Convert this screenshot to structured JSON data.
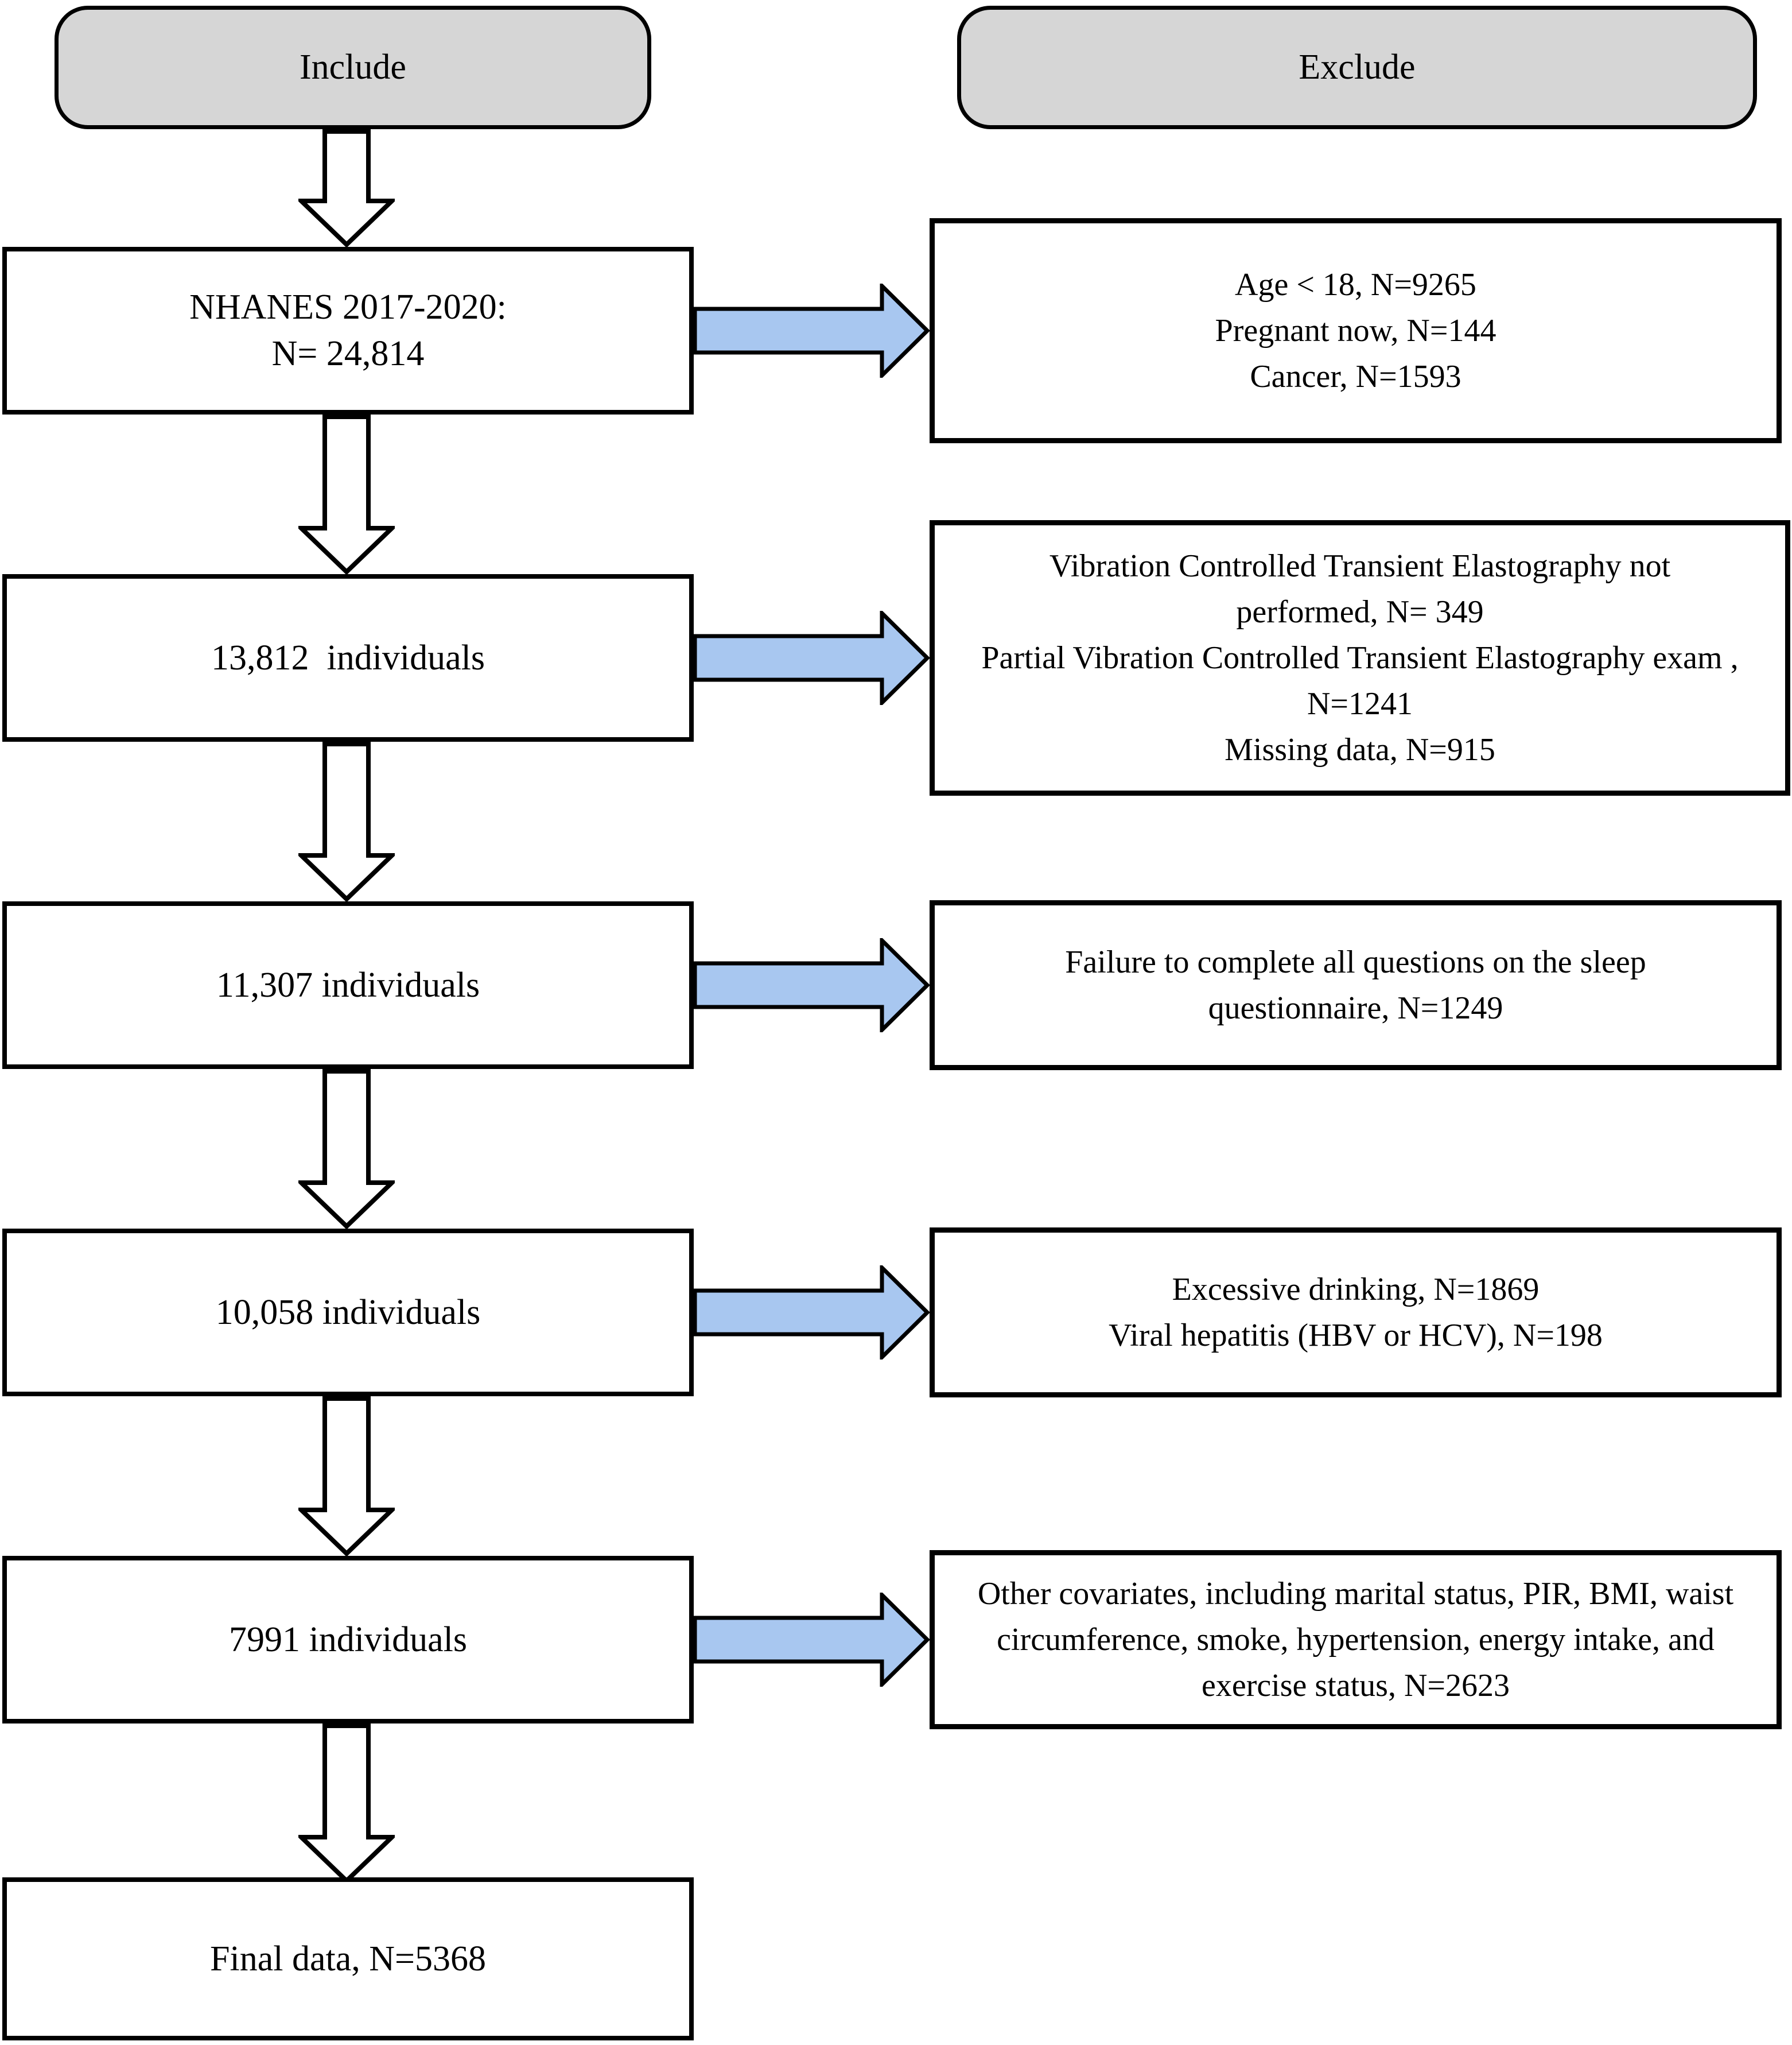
{
  "headers": {
    "include": "Include",
    "exclude": "Exclude"
  },
  "flow": [
    {
      "label": "NHANES 2017-2020:\nN= 24,814"
    },
    {
      "label": "13,812  individuals"
    },
    {
      "label": "11,307 individuals"
    },
    {
      "label": "10,058 individuals"
    },
    {
      "label": "7991 individuals"
    },
    {
      "label": "Final data, N=5368"
    }
  ],
  "exclusions": [
    {
      "text": "Age < 18, N=9265\nPregnant now, N=144\nCancer, N=1593"
    },
    {
      "text": "Vibration Controlled Transient Elastography not\nperformed, N= 349\nPartial Vibration Controlled Transient Elastography exam ,\nN=1241\nMissing data, N=915"
    },
    {
      "text": "Failure to complete all questions on the sleep\nquestionnaire, N=1249"
    },
    {
      "text": "Excessive drinking, N=1869\nViral hepatitis (HBV or HCV), N=198"
    },
    {
      "text": "Other covariates, including marital status, PIR, BMI, waist\ncircumference, smoke, hypertension, energy intake, and\nexercise status, N=2623"
    }
  ],
  "colors": {
    "header_fill": "#d6d6d6",
    "exclude_arrow_fill": "#a8c7f0",
    "box_border": "#000000",
    "background": "#ffffff"
  }
}
